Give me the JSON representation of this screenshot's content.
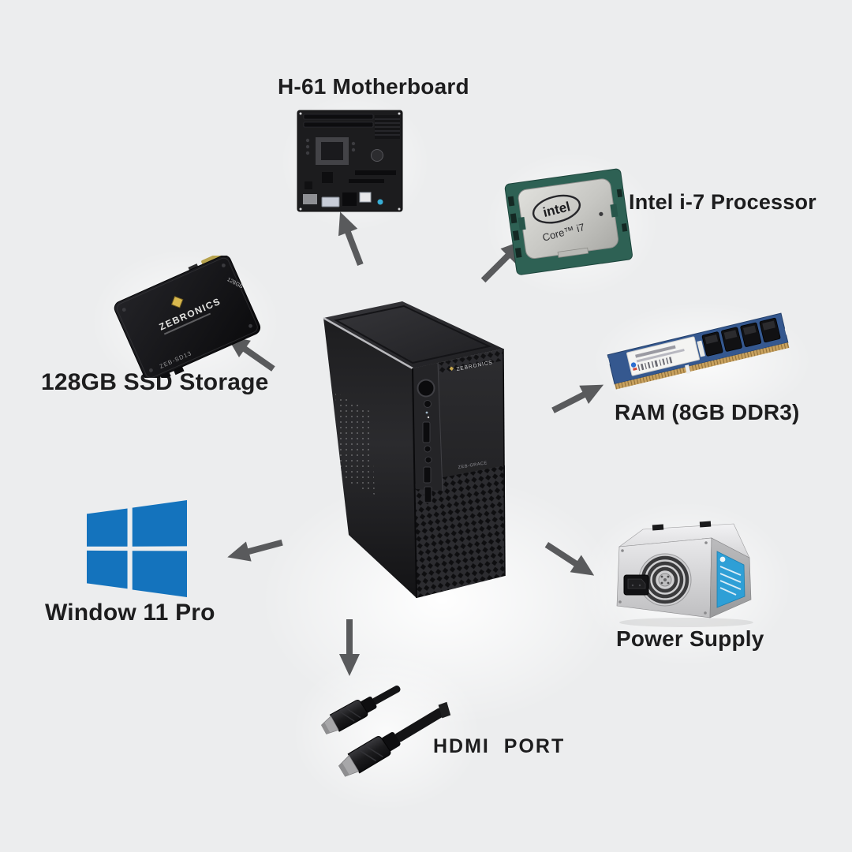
{
  "colors": {
    "background": "#ECEDEE",
    "arrow": "#595A5C",
    "label_text": "#1D1D1E",
    "windows_blue": "#1473BD",
    "ram_pcb_blue": "#35588F",
    "psu_label_blue": "#2E9FD6",
    "intel_pcb_green": "#2E6154"
  },
  "components": {
    "motherboard": {
      "label": "H-61 Motherboard"
    },
    "processor": {
      "label": "Intel i-7 Processor",
      "chip_brand": "intel",
      "chip_model": "Core™ i7"
    },
    "ram": {
      "label": "RAM (8GB DDR3)"
    },
    "power_supply": {
      "label": "Power Supply"
    },
    "hdmi": {
      "label": "HDMI  PORT"
    },
    "windows": {
      "label": "Window 11 Pro"
    },
    "ssd": {
      "label": "128GB SSD Storage",
      "brand": "ZEBRONICS",
      "model": "ZEB-SD13",
      "capacity": "128GB"
    },
    "tower": {
      "brand": "ZEBRONICS",
      "model": "ZEB-GRACE"
    }
  }
}
